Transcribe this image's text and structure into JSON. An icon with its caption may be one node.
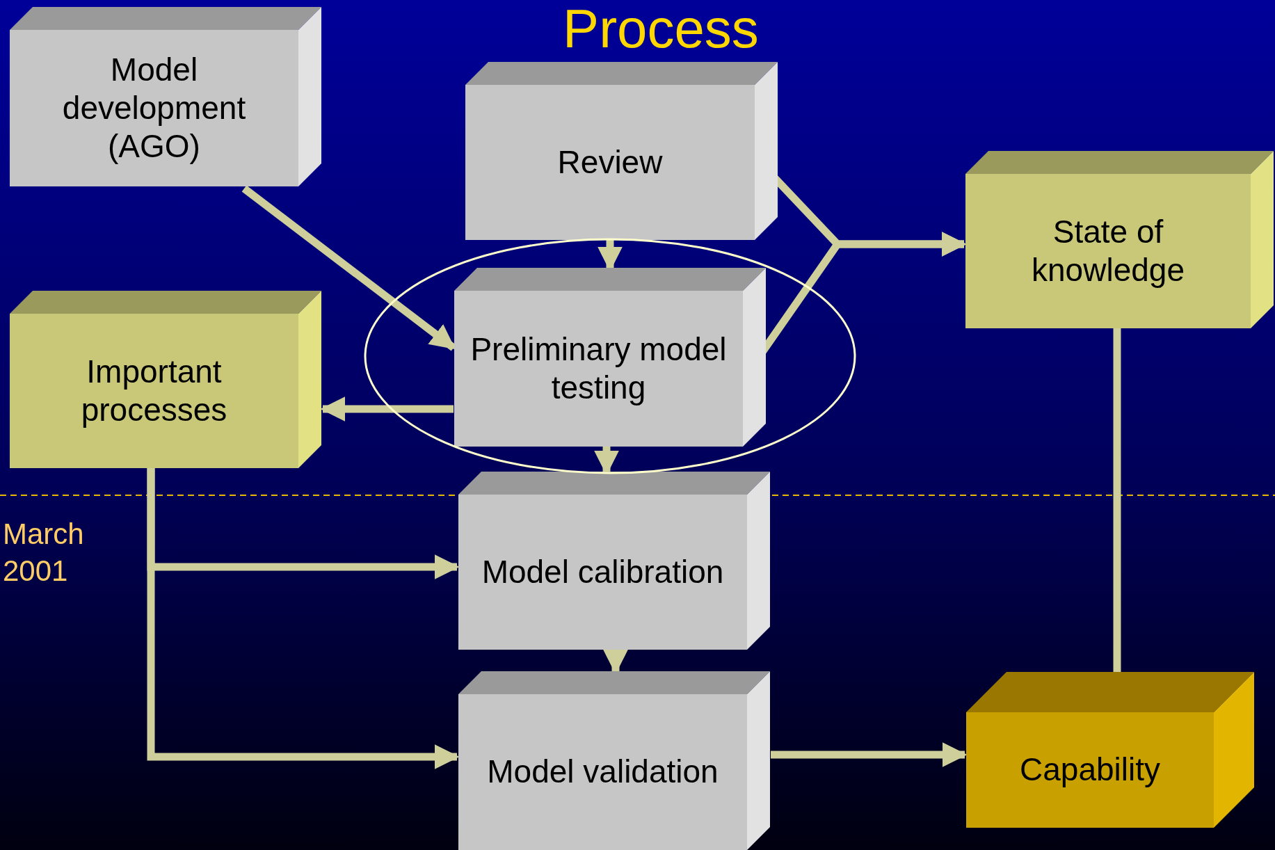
{
  "diagram": {
    "title": "Process",
    "nodes": [
      {
        "text": [
          "Model development (AGO)"
        ]
      },
      {
        "text": [
          "Review"
        ]
      },
      {
        "text": [
          "State of knowledge"
        ]
      },
      {
        "text": [
          "Important processes"
        ]
      },
      {
        "text": [
          "Preliminary model testing"
        ]
      },
      {
        "text": [
          "Model calibration"
        ]
      },
      {
        "text": [
          "Model validation"
        ]
      },
      {
        "text": [
          "Capability"
        ]
      }
    ],
    "edges": [
      {
        "from": 0,
        "to": 4,
        "arrow": "to"
      },
      {
        "from": 1,
        "to": 4,
        "arrow": "to"
      },
      {
        "from": 1,
        "to": 2,
        "arrow": "to"
      },
      {
        "from": 4,
        "to": 2,
        "arrow": "to"
      },
      {
        "from": 4,
        "to": 3,
        "arrow": "to"
      },
      {
        "from": 4,
        "to": 5,
        "arrow": "to"
      },
      {
        "from": 5,
        "to": 6,
        "arrow": "to"
      },
      {
        "from": 3,
        "to": 5,
        "arrow": "to"
      },
      {
        "from": 3,
        "to": 6,
        "arrow": "to"
      },
      {
        "from": 2,
        "to": 7,
        "arrow": "to"
      },
      {
        "from": 6,
        "to": 7,
        "arrow": "to"
      }
    ],
    "labels": [
      "March 2001"
    ]
  }
}
